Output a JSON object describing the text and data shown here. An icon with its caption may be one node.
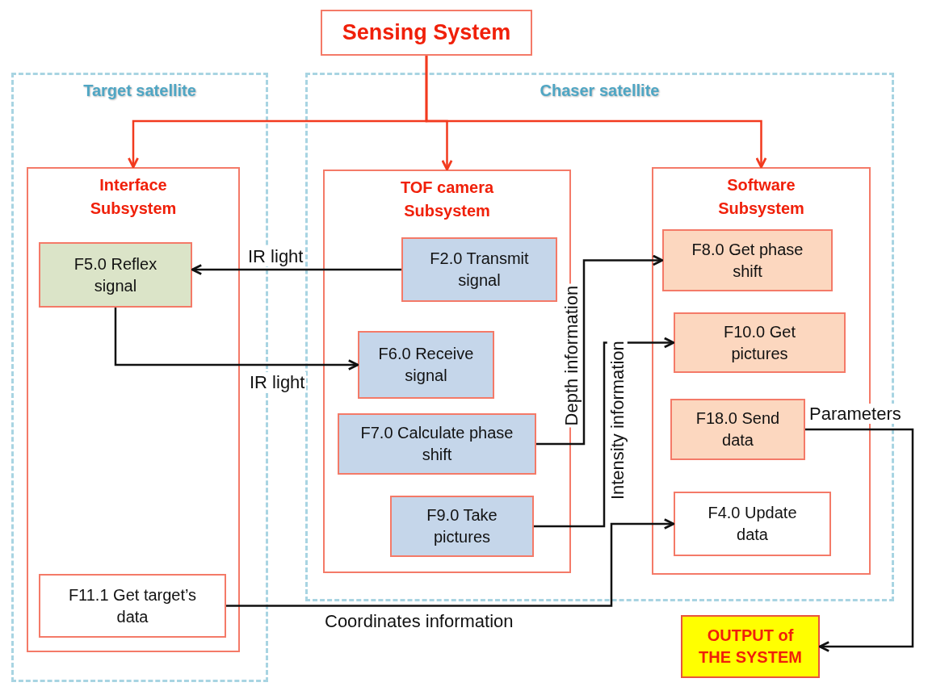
{
  "diagram": {
    "nodes": [
      {
        "text": [
          "Sensing System"
        ]
      },
      {
        "text": [
          "Target satellite"
        ]
      },
      {
        "text": [
          "Chaser satellite"
        ]
      },
      {
        "text": [
          "Interface Subsystem"
        ],
        "in": 1
      },
      {
        "text": [
          "TOF camera Subsystem"
        ],
        "in": 2
      },
      {
        "text": [
          "Software Subsystem"
        ],
        "in": 2
      },
      {
        "text": [
          "F5.0 Reflex signal"
        ],
        "in": 3
      },
      {
        "text": [
          "F2.0 Transmit signal"
        ],
        "in": 4
      },
      {
        "text": [
          "F6.0 Receive signal"
        ],
        "in": 4
      },
      {
        "text": [
          "F7.0 Calculate phase shift"
        ],
        "in": 4
      },
      {
        "text": [
          "F9.0 Take pictures"
        ],
        "in": 4
      },
      {
        "text": [
          "F8.0 Get phase shift"
        ],
        "in": 5
      },
      {
        "text": [
          "F10.0 Get pictures"
        ],
        "in": 5
      },
      {
        "text": [
          "F18.0 Send data"
        ],
        "in": 5
      },
      {
        "text": [
          "F4.0 Update data"
        ],
        "in": 5
      },
      {
        "text": [
          "F11.1 Get target’s data"
        ],
        "in": 3
      },
      {
        "text": [
          "OUTPUT of THE SYSTEM"
        ]
      }
    ],
    "edges": [
      {
        "from": 0,
        "to": 3,
        "arrow": "to",
        "color": "#f23a1e"
      },
      {
        "from": 0,
        "to": 4,
        "arrow": "to",
        "color": "#f23a1e"
      },
      {
        "from": 0,
        "to": 5,
        "arrow": "to",
        "color": "#f23a1e"
      },
      {
        "from": 7,
        "to": 6,
        "arrow": "to",
        "label": "IR light"
      },
      {
        "from": 6,
        "to": 8,
        "arrow": "to",
        "label": "IR light"
      },
      {
        "from": 9,
        "to": 11,
        "arrow": "to",
        "label": "Depth information"
      },
      {
        "from": 10,
        "to": 12,
        "arrow": "to",
        "label": "Intensity information"
      },
      {
        "from": 15,
        "to": 14,
        "arrow": "to",
        "label": "Coordinates information"
      },
      {
        "from": 13,
        "to": 16,
        "arrow": "to",
        "label": "Parameters"
      }
    ]
  }
}
